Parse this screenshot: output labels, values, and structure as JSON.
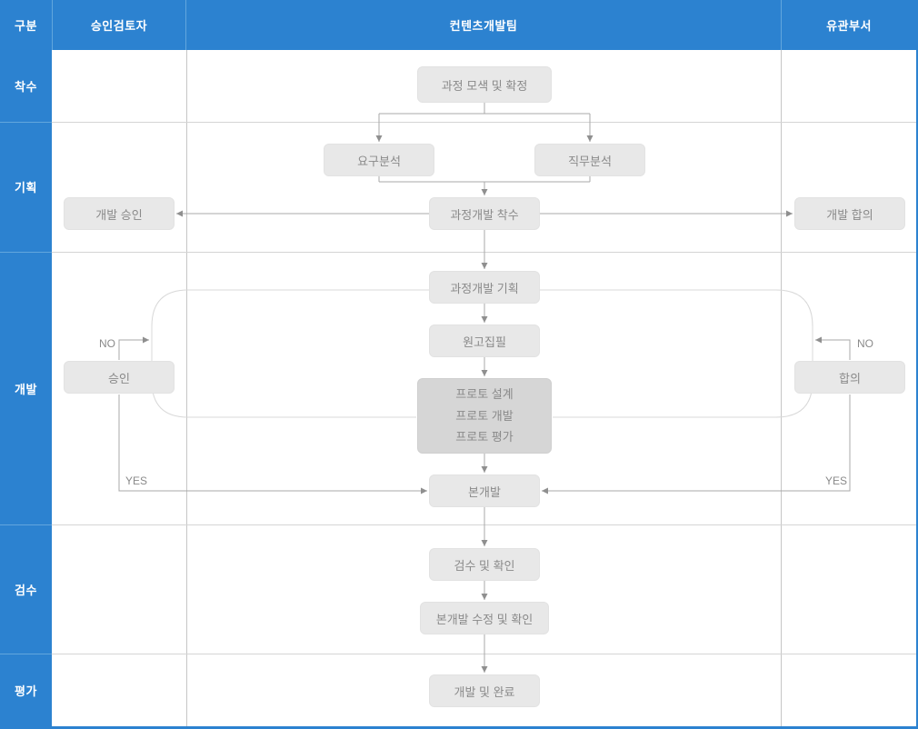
{
  "header": {
    "columns": [
      {
        "label": "구분"
      },
      {
        "label": "승인검토자"
      },
      {
        "label": "컨텐츠개발팀"
      },
      {
        "label": "유관부서"
      }
    ]
  },
  "rows": [
    {
      "label": "착수"
    },
    {
      "label": "기획"
    },
    {
      "label": "개발"
    },
    {
      "label": "검수"
    },
    {
      "label": "평가"
    }
  ],
  "nodes": {
    "explore": {
      "label": "과정 모색 및 확정"
    },
    "needs_analysis": {
      "label": "요구분석"
    },
    "job_analysis": {
      "label": "직무분석"
    },
    "dev_start": {
      "label": "과정개발 착수"
    },
    "dev_approval": {
      "label": "개발 승인"
    },
    "dev_agreement": {
      "label": "개발 합의"
    },
    "dev_plan": {
      "label": "과정개발 기획"
    },
    "draft": {
      "label": "원고집필"
    },
    "proto": {
      "lines": [
        "프로토 설계",
        "프로토 개발",
        "프로토 평가"
      ]
    },
    "approval": {
      "label": "승인"
    },
    "agreement": {
      "label": "합의"
    },
    "main_dev": {
      "label": "본개발"
    },
    "inspection": {
      "label": "검수 및 확인"
    },
    "main_dev_fix": {
      "label": "본개발 수정 및 확인"
    },
    "complete": {
      "label": "개발 및 완료"
    }
  },
  "decision_labels": {
    "no": "NO",
    "yes": "YES"
  },
  "colors": {
    "header_blue": "#2c82d0",
    "header_divider_blue": "#62a6dd",
    "node_gray": "#e8e8e8",
    "node_dark_gray": "#d6d6d6",
    "node_text_gray": "#8a8a8a",
    "connector_gray": "#a8a8a8",
    "loop_gray": "#d8d8d8",
    "grid_gray": "#c6c6c6"
  }
}
